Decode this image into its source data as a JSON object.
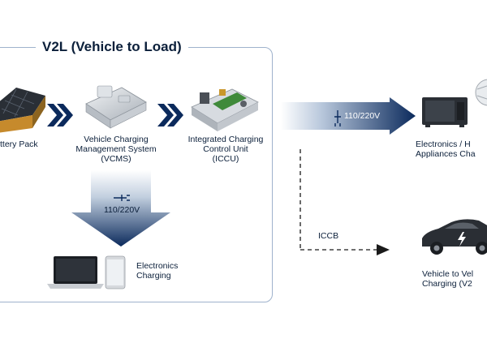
{
  "diagram": {
    "section_title": "V2L (Vehicle to Load)",
    "components": [
      {
        "id": "battery",
        "label": "ttery Pack"
      },
      {
        "id": "vcms",
        "label_lines": [
          "Vehicle Charging",
          "Management System",
          "(VCMS)"
        ]
      },
      {
        "id": "iccu",
        "label_lines": [
          "Integrated Charging",
          "Control Unit",
          "(ICCU)"
        ]
      }
    ],
    "down_arrow": {
      "voltage": "110/220V"
    },
    "right_arrow": {
      "voltage": "110/220V"
    },
    "electronics": {
      "label_lines": [
        "Electronics",
        "Charging"
      ]
    },
    "appliances": {
      "label_lines": [
        "Electronics / H",
        "Appliances Cha"
      ]
    },
    "v2v": {
      "connector": "ICCB",
      "label_lines": [
        "Vehicle to Vel",
        "Charging (V2"
      ]
    }
  }
}
